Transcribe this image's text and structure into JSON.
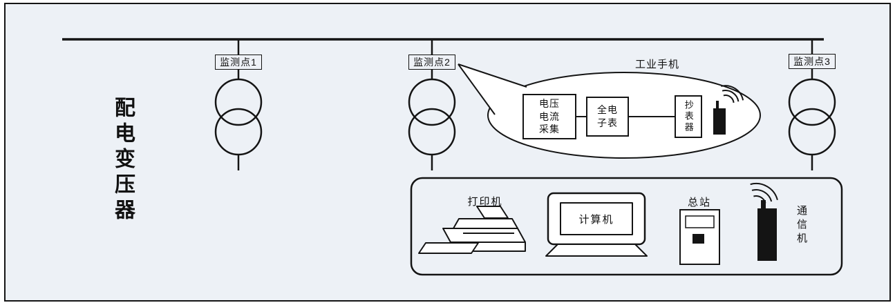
{
  "colors": {
    "line": "#141414",
    "canvas_bg": "#edf1f6",
    "shape_fill": "#ffffff"
  },
  "diagram": {
    "transformer_label": "配电变压器",
    "monitor_points": [
      {
        "label": "监测点1"
      },
      {
        "label": "监测点2"
      },
      {
        "label": "监测点3"
      }
    ],
    "bubble": {
      "title": "工业手机",
      "collector_lines": [
        "电压",
        "电流",
        "采集"
      ],
      "meter_lines": [
        "全电",
        "子表"
      ],
      "reader_label": "抄表器"
    },
    "station": {
      "printer_label": "打印机",
      "computer_label": "计算机",
      "master_label": "总站",
      "comm_label": "通信机"
    }
  }
}
